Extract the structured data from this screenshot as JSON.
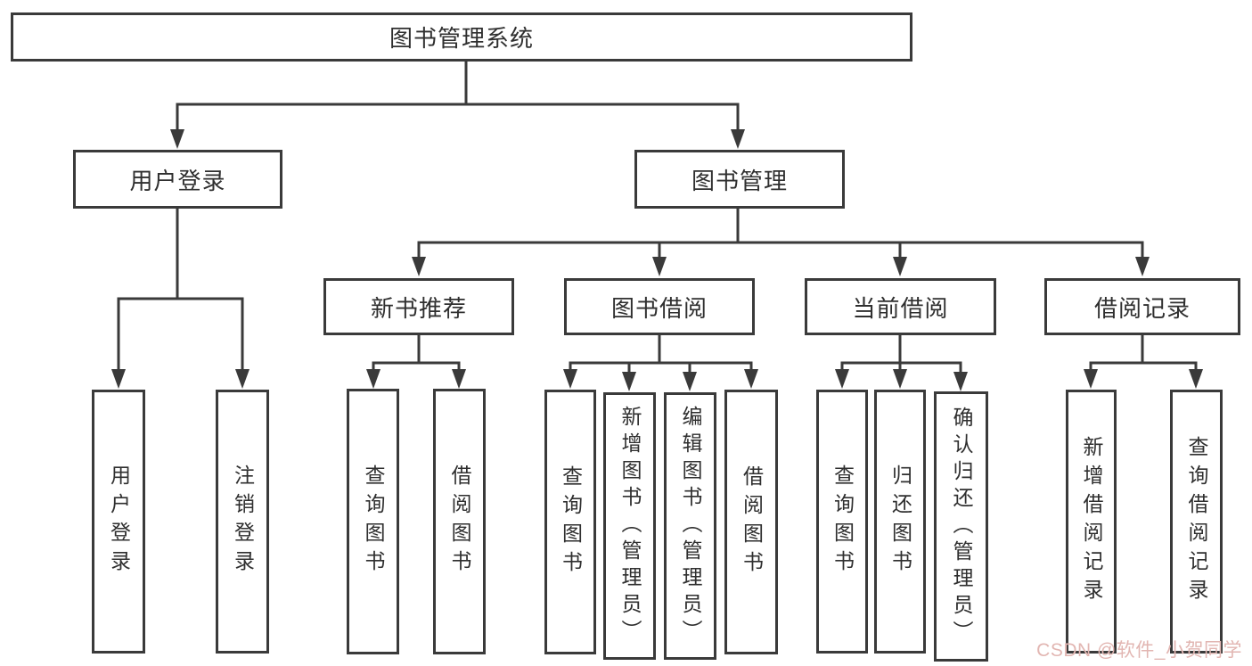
{
  "root": {
    "label": "图书管理系统"
  },
  "level2": {
    "user_login": {
      "label": "用户登录"
    },
    "book_mgmt": {
      "label": "图书管理"
    }
  },
  "level3": {
    "new_books": {
      "label": "新书推荐"
    },
    "borrow": {
      "label": "图书借阅"
    },
    "current": {
      "label": "当前借阅"
    },
    "records": {
      "label": "借阅记录"
    }
  },
  "leaves": {
    "user_login": [
      "用户登录",
      "注销登录"
    ],
    "new_books": [
      "查询图书",
      "借阅图书"
    ],
    "borrow": [
      "查询图书",
      "新增图书（管理员）",
      "编辑图书（管理员）",
      "借阅图书"
    ],
    "current": [
      "查询图书",
      "归还图书",
      "确认归还（管理员）"
    ],
    "records": [
      "新增借阅记录",
      "查询借阅记录"
    ]
  },
  "watermark": {
    "text": "CSDN @软件_小贺同学"
  },
  "colors": {
    "line": "#3a3a3a",
    "text": "#2f2f2f",
    "watermark": "#e2b6b2",
    "background": "#ffffff"
  }
}
